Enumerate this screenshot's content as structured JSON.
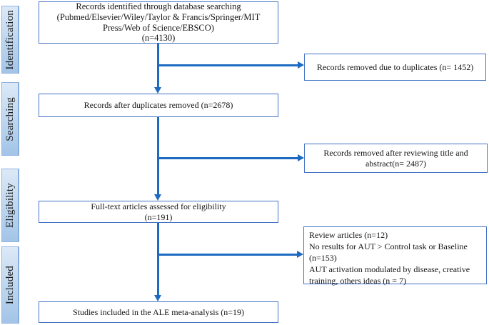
{
  "diagram_title": "ALE meta-analysis literature screening flow diagram",
  "colors": {
    "connector_blue": "#1e6ac1",
    "box_border_blue": "#4573c5",
    "stage_fill_top": "#dce9f7",
    "stage_fill_bottom": "#a3c4e8",
    "stage_border": "#8fb4e0",
    "text_color": "#141414"
  },
  "sidebar": {
    "stages": [
      {
        "label": "Identification"
      },
      {
        "label": "Searching"
      },
      {
        "label": "Eligibility"
      },
      {
        "label": "Included"
      }
    ]
  },
  "flow": {
    "identified": "Records identified through database searching\n(Pubmed/Elsevier/Wiley/Taylor & Francis/Springer/MIT\nPress/Web of Science/EBSCO)\n(n=4130)",
    "duplicates_removed": "Records removed due to duplicates (n= 1452)",
    "after_duplicates": "Records after duplicates removed (n=2678)",
    "title_abstract_removed": "Records removed after reviewing title and\nabstract(n= 2487)",
    "fulltext_assessed": "Full-text articles assessed for eligibility\n(n=191)",
    "exclusion_reasons": [
      "Review articles (n=12)",
      "No results for AUT > Control task or Baseline (n=153)",
      "AUT activation modulated by disease, creative training, others ideas (n = 7)"
    ],
    "included": "Studies included in the ALE meta-analysis (n=19)"
  }
}
